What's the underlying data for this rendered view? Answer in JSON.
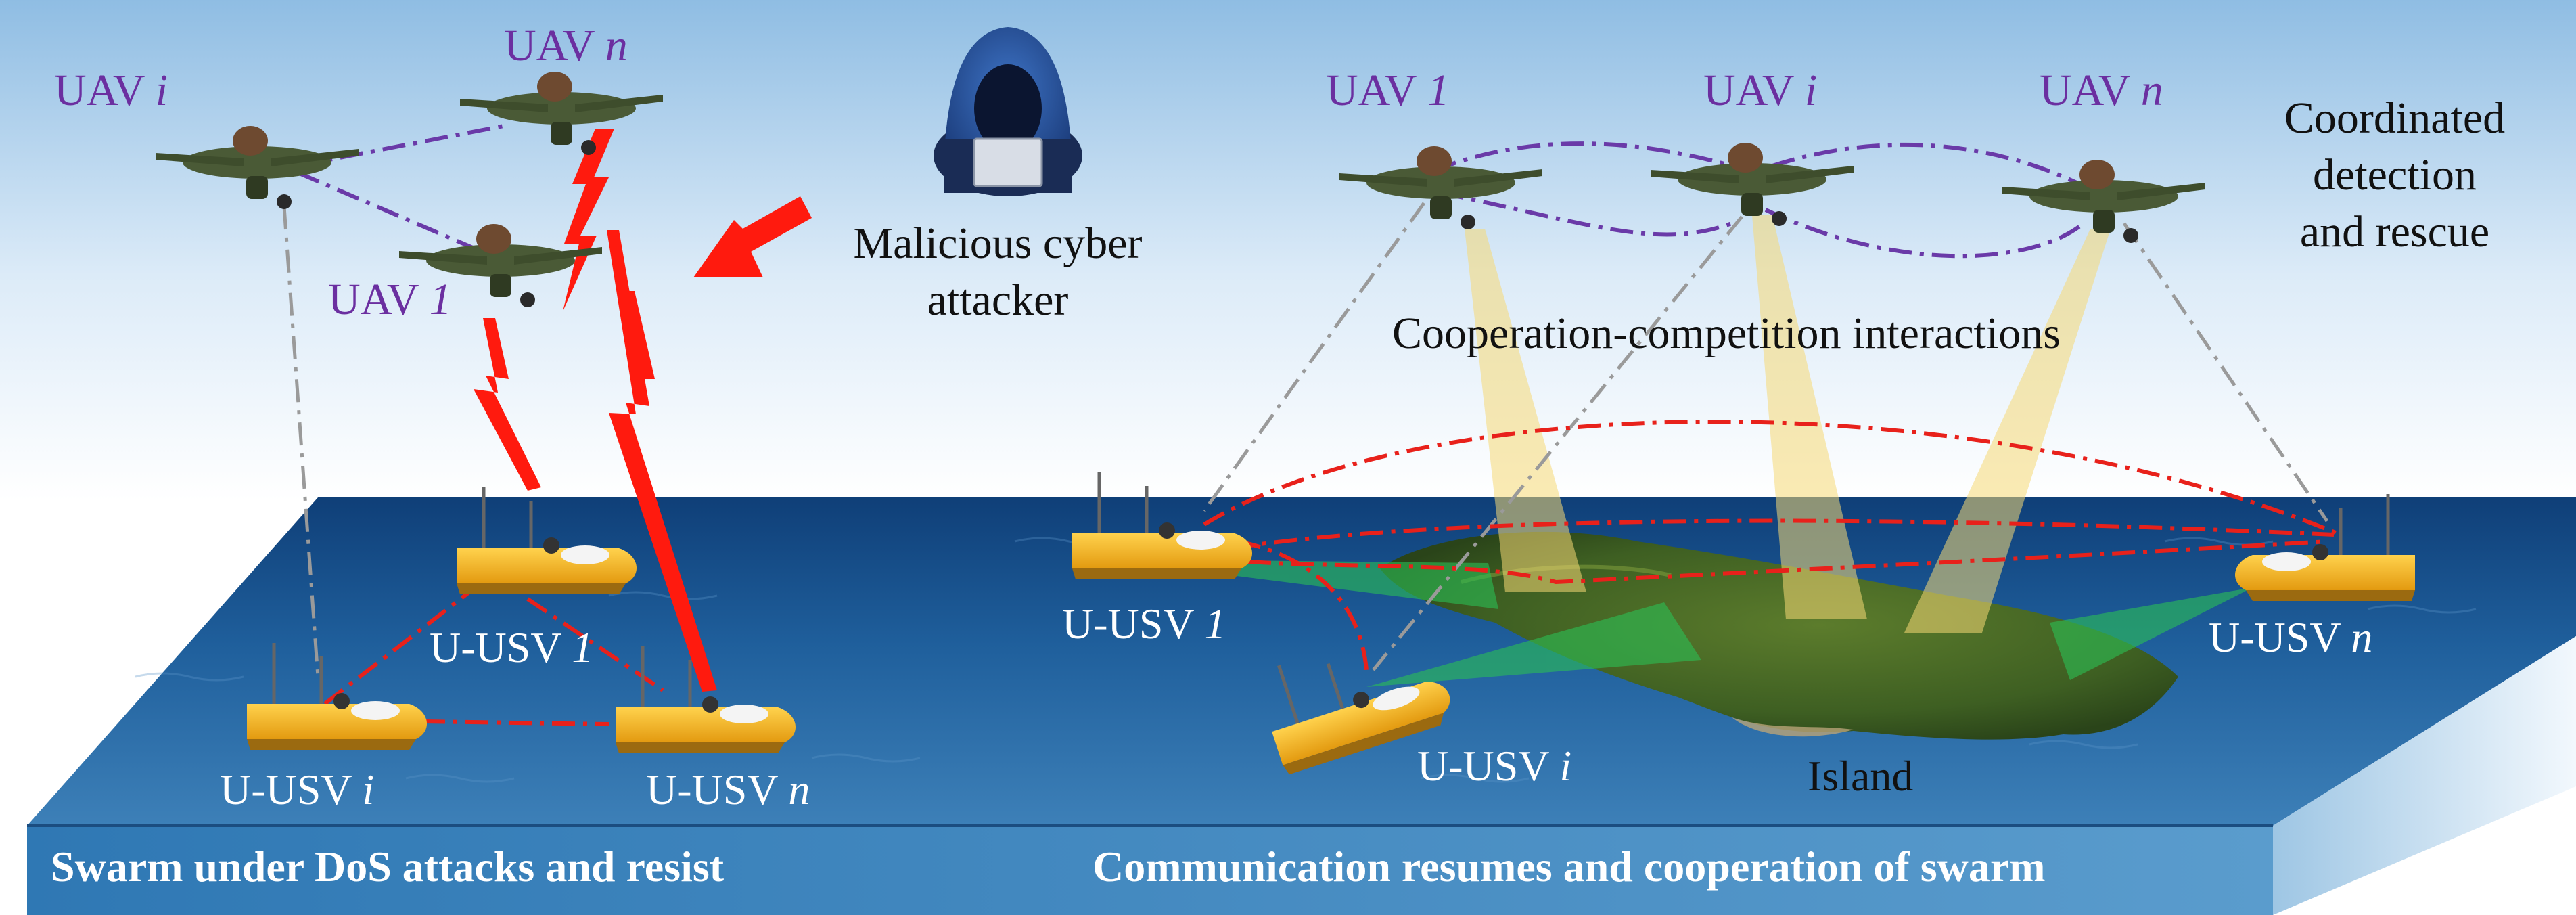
{
  "left_panel": {
    "uav_labels": [
      {
        "prefix": "UAV ",
        "index": "i"
      },
      {
        "prefix": "UAV ",
        "index": "n"
      },
      {
        "prefix": "UAV ",
        "index": "1"
      }
    ],
    "usv_labels": [
      {
        "prefix": "U-USV ",
        "index": "1"
      },
      {
        "prefix": "U-USV ",
        "index": "i"
      },
      {
        "prefix": "U-USV ",
        "index": "n"
      }
    ],
    "attacker_lines": [
      "Malicious cyber",
      "attacker"
    ],
    "caption": "Swarm under DoS attacks and resist"
  },
  "right_panel": {
    "uav_labels": [
      {
        "prefix": "UAV ",
        "index": "1"
      },
      {
        "prefix": "UAV ",
        "index": "i"
      },
      {
        "prefix": "UAV ",
        "index": "n"
      }
    ],
    "usv_labels": [
      {
        "prefix": "U-USV ",
        "index": "1"
      },
      {
        "prefix": "U-USV ",
        "index": "i"
      },
      {
        "prefix": "U-USV ",
        "index": "n"
      }
    ],
    "mission_lines": [
      "Coordinated",
      "detection",
      "and rescue"
    ],
    "interaction_label": "Cooperation-competition interactions",
    "island_label": "Island",
    "caption": "Communication resumes and cooperation of swarm"
  },
  "colors": {
    "uav_label": "#6b2fa0",
    "uav_links": "#6a3aa8",
    "usv_links": "#e8211b",
    "cross_links": "#9a9a9a",
    "attack": "#ff1a0e",
    "sensor_beam": "#f5d874",
    "usv_sensor": "#2bbf55",
    "hull": "#f3b21c",
    "ocean": "#1d5a96",
    "caption_band": "#3c85bd"
  },
  "icons": [
    "uav-drone-icon",
    "usv-boat-icon",
    "hacker-icon",
    "attack-arrow-icon",
    "lightning-bolt-icon",
    "island-icon"
  ]
}
